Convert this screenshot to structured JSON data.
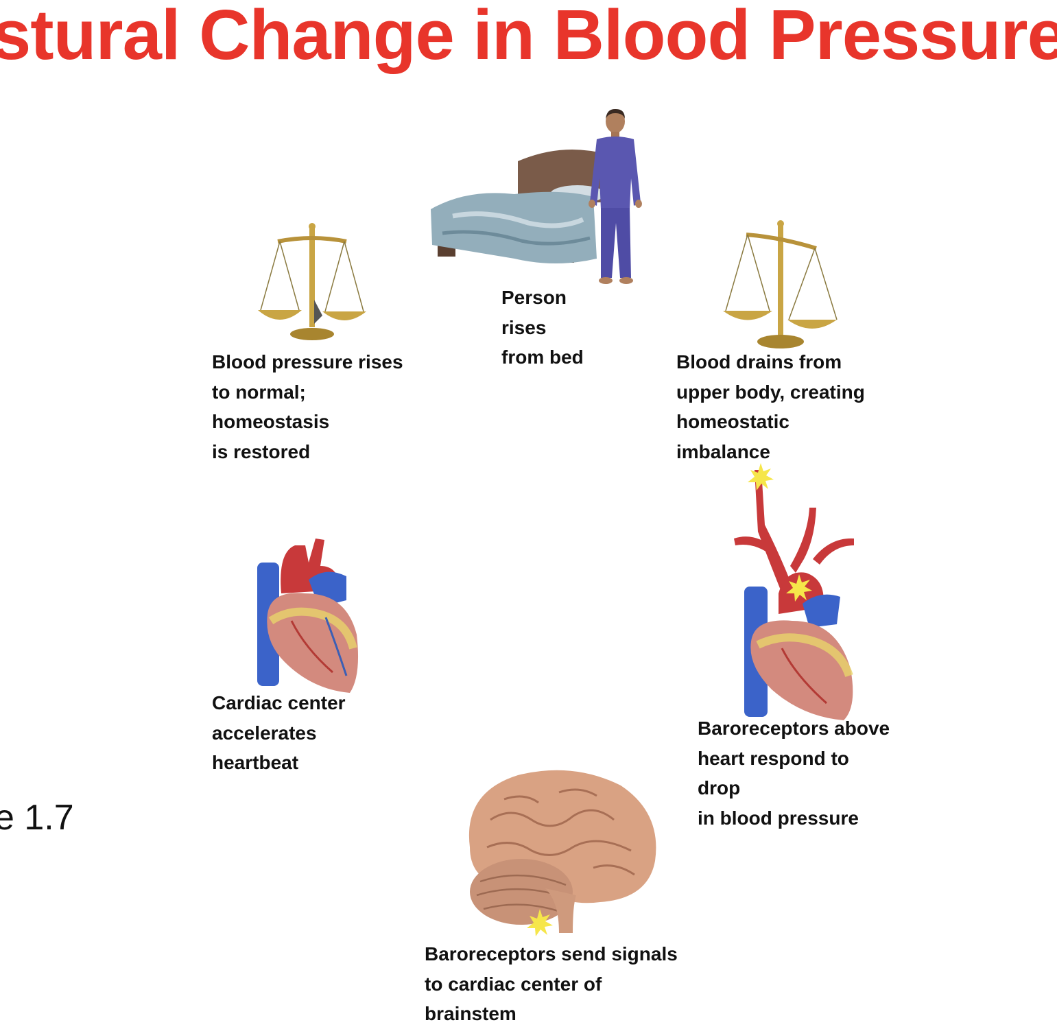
{
  "title": "stural Change in Blood Pressure",
  "figure_label": "e 1.7",
  "steps": {
    "person_rises": {
      "lines": [
        "Person",
        "rises",
        "from bed"
      ]
    },
    "blood_drains": {
      "lines": [
        "Blood drains from",
        "upper body, creating",
        "homeostatic",
        "imbalance"
      ]
    },
    "baroreceptors_respond": {
      "lines": [
        "Baroreceptors above",
        "heart respond to",
        "drop",
        "in blood pressure"
      ]
    },
    "baroreceptors_signal": {
      "lines": [
        "Baroreceptors send signals",
        "to cardiac center of",
        "brainstem"
      ]
    },
    "cardiac_center": {
      "lines": [
        "Cardiac center",
        "accelerates",
        "heartbeat"
      ]
    },
    "bp_restored": {
      "lines": [
        "Blood pressure rises",
        "to normal;",
        "homeostasis",
        "is restored"
      ]
    }
  },
  "colors": {
    "title": "#e8352b",
    "artery": "#c8393a",
    "vein": "#3b63c9",
    "brass": "#c9a544",
    "brain": "#d9a283",
    "signal_burst": "#f6e64a"
  }
}
